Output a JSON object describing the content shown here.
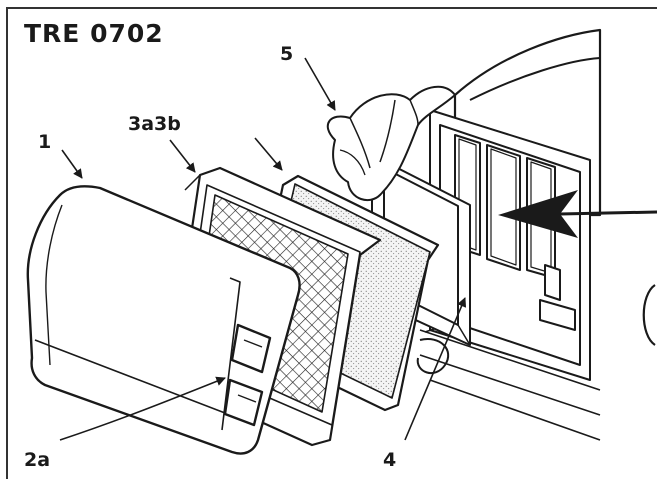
{
  "figure": {
    "code": "TRE 0702",
    "labels": {
      "cover": "1",
      "seal": "2a",
      "filter_ab": "3a3b",
      "housing": "4",
      "rag": "5"
    }
  }
}
